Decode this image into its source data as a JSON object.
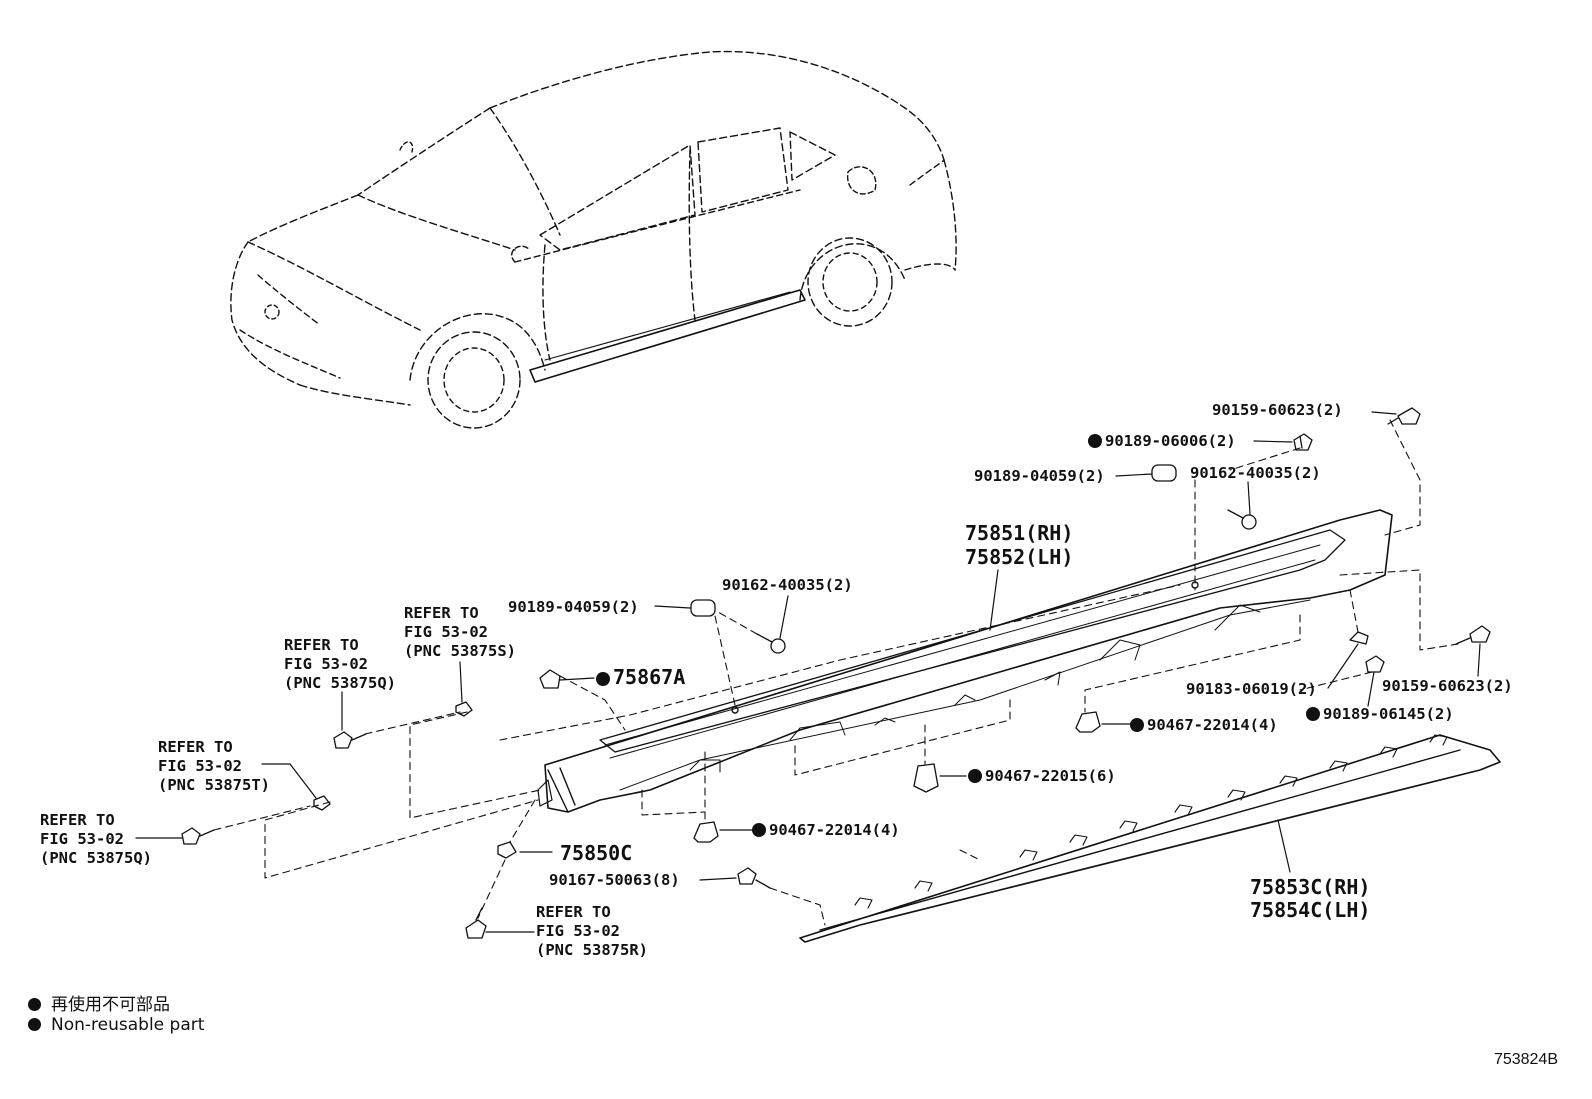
{
  "parts": {
    "p90159_top": "90159-60623(2)",
    "p90189_06006": "90189-06006(2)",
    "p90189_04059_top": "90189-04059(2)",
    "p90162_top": "90162-40035(2)",
    "p75851": "75851(RH)",
    "p75852": "75852(LH)",
    "p90162_mid": "90162-40035(2)",
    "p90189_04059_mid": "90189-04059(2)",
    "p75867A": "75867A",
    "p90183": "90183-06019(2)",
    "p90159_right": "90159-60623(2)",
    "p90467_22014_right": "90467-22014(4)",
    "p90189_06145": "90189-06145(2)",
    "p90467_22015": "90467-22015(6)",
    "p90467_22014_left": "90467-22014(4)",
    "p75850C": "75850C",
    "p90167": "90167-50063(8)",
    "p75853C": "75853C(RH)",
    "p75854C": "75854C(LH)"
  },
  "refs": {
    "ref_s": {
      "l1": "REFER TO",
      "l2": "FIG 53-02",
      "l3": "(PNC 53875S)"
    },
    "ref_q_upper": {
      "l1": "REFER TO",
      "l2": "FIG 53-02",
      "l3": "(PNC 53875Q)"
    },
    "ref_t": {
      "l1": "REFER TO",
      "l2": "FIG 53-02",
      "l3": "(PNC 53875T)"
    },
    "ref_q_lower": {
      "l1": "REFER TO",
      "l2": "FIG 53-02",
      "l3": "(PNC 53875Q)"
    },
    "ref_r": {
      "l1": "REFER TO",
      "l2": "FIG 53-02",
      "l3": "(PNC 53875R)"
    }
  },
  "legend": {
    "jp": "再使用不可部品",
    "en": "Non-reusable part"
  },
  "figure_id": "753824B",
  "icons": [
    "non-reusable-dot-icon",
    "bolt-icon",
    "clip-icon",
    "nut-icon",
    "screw-icon"
  ],
  "colors": {
    "ink": "#111111",
    "background": "#ffffff"
  }
}
